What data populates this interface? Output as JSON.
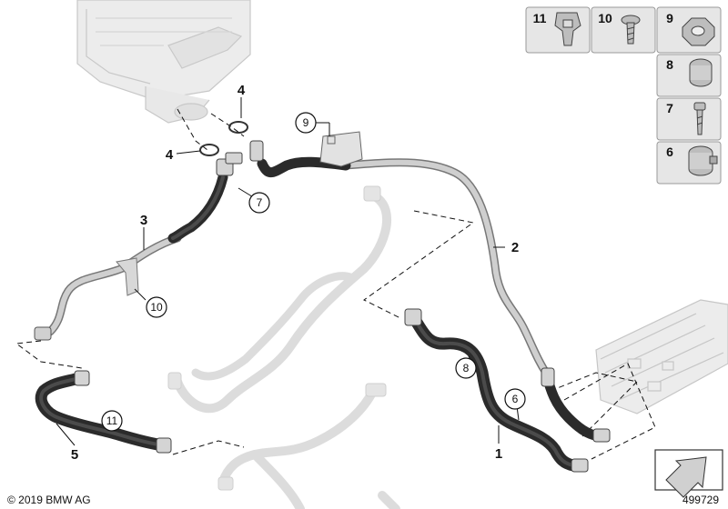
{
  "callouts": {
    "c1": "1",
    "c2": "2",
    "c3": "3",
    "c4a": "4",
    "c4b": "4",
    "c5": "5",
    "c6": "6",
    "c7": "7",
    "c8": "8",
    "c9": "9",
    "c10": "10",
    "c11": "11"
  },
  "parts_panel": {
    "p11": "11",
    "p10": "10",
    "p9": "9",
    "p8": "8",
    "p7": "7",
    "p6": "6"
  },
  "footer": {
    "copyright": "© 2019 BMW AG",
    "diagram_number": "499729"
  },
  "colors": {
    "hose_dark": "#2b2b2b",
    "pipe_gray": "#b9b9b9",
    "ghost_gray": "#dcdcdc",
    "panel_bg": "#e6e6e6",
    "line": "#111111"
  },
  "icons": {
    "direction": "arrow-icon",
    "component_top": "electric-machine-housing",
    "component_right": "heat-exchanger-unit"
  }
}
